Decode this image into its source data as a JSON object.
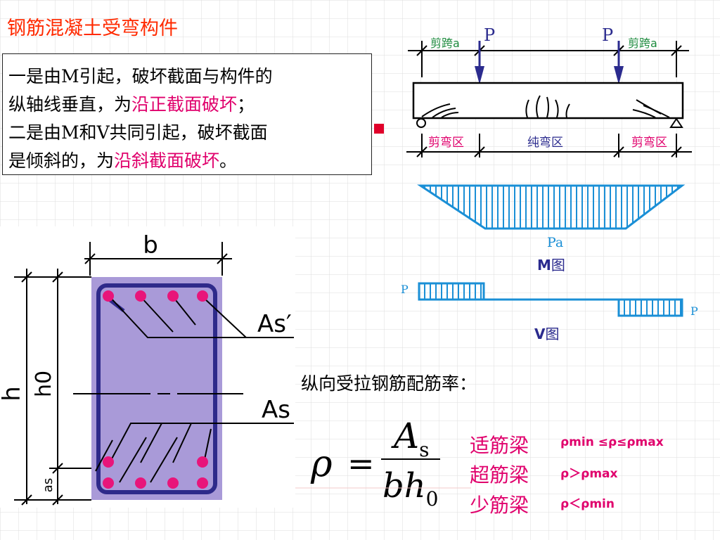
{
  "slide": {
    "title": "钢筋混凝土受弯构件",
    "desc": {
      "line1": "一是由M引起，破坏截面与构件的",
      "line2_plain": "纵轴线垂直，为",
      "line2_hl": "沿正截面破坏",
      "line2_end": "；",
      "line3": "二是由M和V共同引起，破坏截面",
      "line4_plain": "是倾斜的，为",
      "line4_hl": "沿斜截面破坏",
      "line4_end": "。"
    }
  },
  "beam_diagram": {
    "shear_span_left": "剪跨a",
    "shear_span_right": "剪跨a",
    "load_left": "P",
    "load_right": "P",
    "zone_left": "剪弯区",
    "zone_mid": "纯弯区",
    "zone_right": "剪弯区"
  },
  "moment_diagram": {
    "value_label": "Pa",
    "caption_letter": "M",
    "caption_suffix": "图"
  },
  "shear_diagram": {
    "left_label": "P",
    "right_label": "P",
    "caption_letter": "V",
    "caption_suffix": "图"
  },
  "section": {
    "width_label": "b",
    "height_label": "h",
    "effective_height_label": "h0",
    "cover_label": "as",
    "top_steel_label": "As′",
    "bottom_steel_label": "As"
  },
  "formula": {
    "title": "纵向受拉钢筋配筋率：",
    "lhs": "ρ",
    "equals": "=",
    "numerator_main": "A",
    "numerator_sub": "s",
    "denominator_main": "bh",
    "denominator_sub": "0"
  },
  "beam_types": [
    {
      "name": "适筋梁",
      "condition": "ρmin ≤ρ≤ρmax"
    },
    {
      "name": "超筋梁",
      "condition": "ρ＞ρmax"
    },
    {
      "name": "少筋梁",
      "condition": "ρ＜ρmin"
    }
  ],
  "colors": {
    "title": "#ff2a00",
    "highlight": "#e0006c",
    "diagram_blue": "#1a8fd6",
    "label_green": "#1b8a3c",
    "load_arrow": "#2b2b8e",
    "section_fill": "#a99ad8",
    "section_border": "#2e2a8a",
    "rebar": "#e8157a"
  }
}
